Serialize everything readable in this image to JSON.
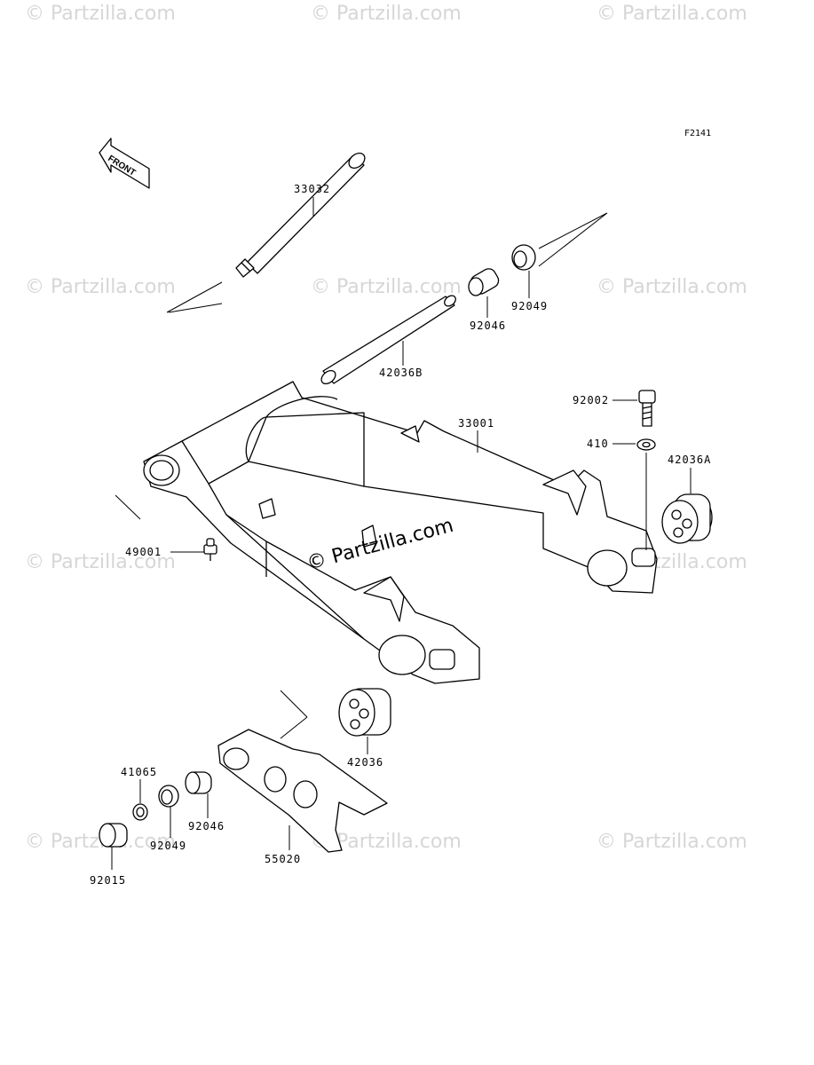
{
  "figure": {
    "code": "F2141"
  },
  "front_arrow": {
    "label": "FRONT"
  },
  "watermark": {
    "text": "© Partzilla.com"
  },
  "parts": [
    {
      "id": "33032"
    },
    {
      "id": "92049"
    },
    {
      "id": "92046"
    },
    {
      "id": "42036B"
    },
    {
      "id": "92002"
    },
    {
      "id": "33001"
    },
    {
      "id": "410"
    },
    {
      "id": "42036A"
    },
    {
      "id": "49001"
    },
    {
      "id": "42036"
    },
    {
      "id": "41065"
    },
    {
      "id": "92046"
    },
    {
      "id": "92049"
    },
    {
      "id": "92015"
    },
    {
      "id": "55020"
    }
  ]
}
